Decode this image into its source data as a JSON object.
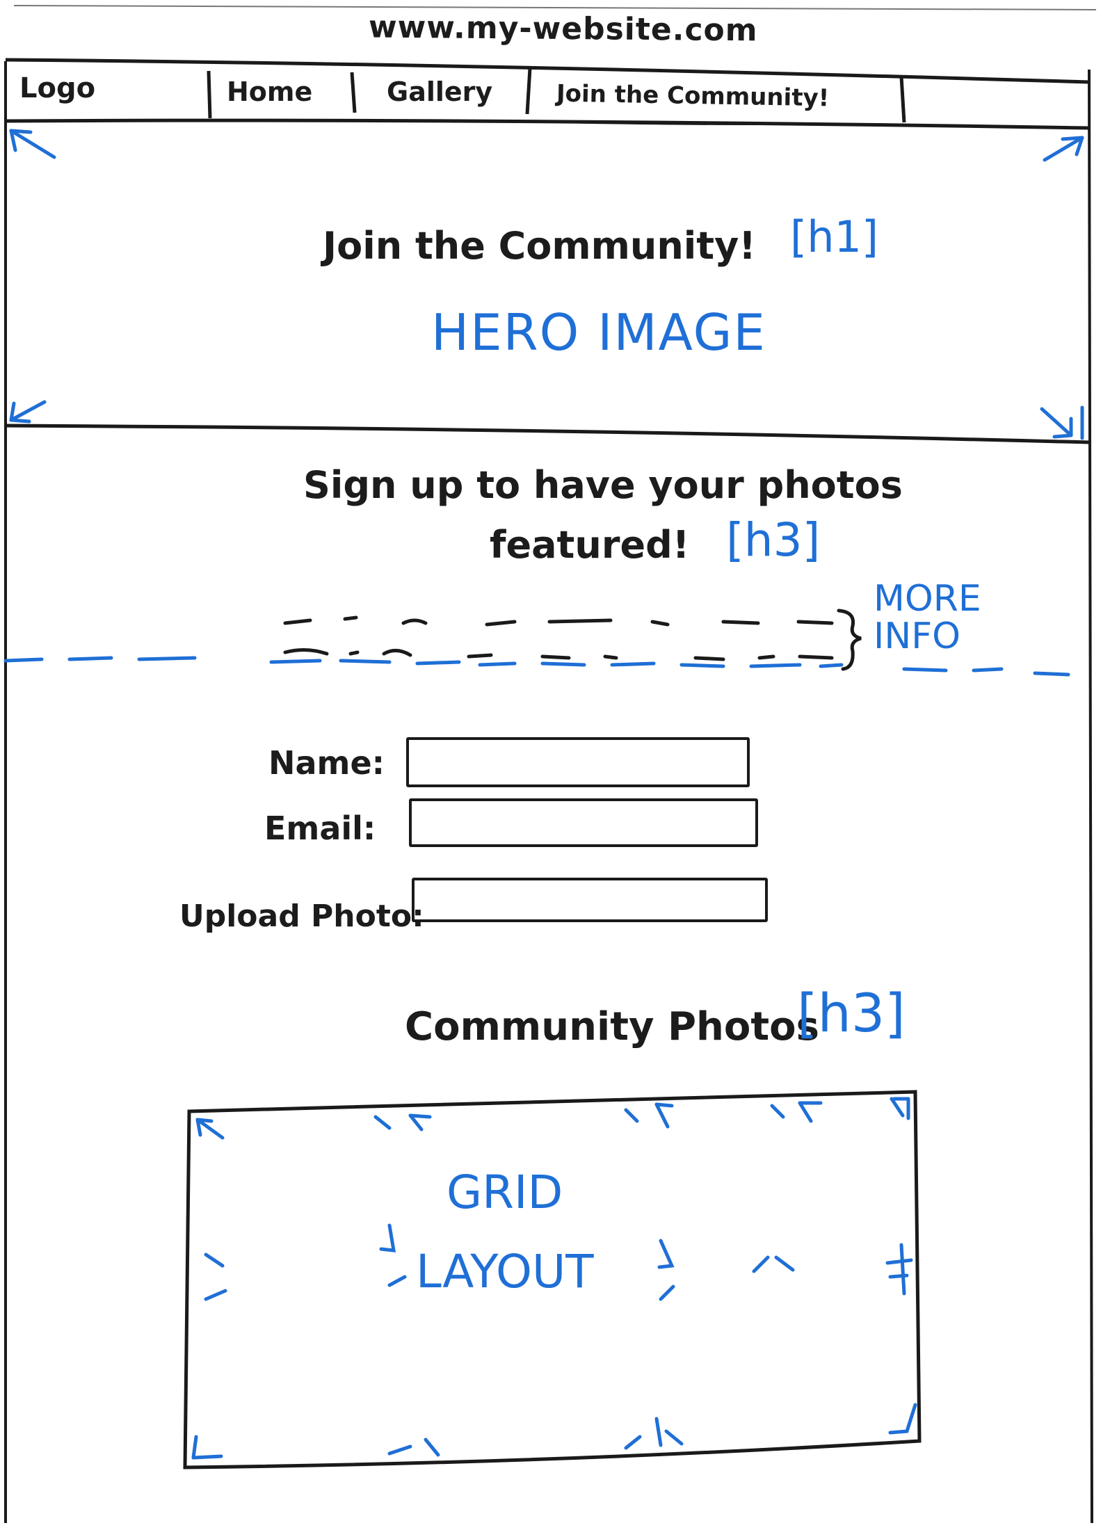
{
  "browser": {
    "url": "www.my-website.com"
  },
  "nav": {
    "logo": "Logo",
    "items": [
      "Home",
      "Gallery",
      "Join the Community!"
    ]
  },
  "hero": {
    "heading": "Join the Community!",
    "heading_tag": "[h1]",
    "image_label": "HERO IMAGE"
  },
  "intro": {
    "heading_line1": "Sign up to have your photos",
    "heading_line2": "featured!",
    "heading_tag": "[h3]",
    "more_info": "MORE INFO"
  },
  "form": {
    "name_label": "Name:",
    "email_label": "Email:",
    "upload_label": "Upload Photo:"
  },
  "gallery": {
    "heading": "Community Photos",
    "heading_tag": "[h3]",
    "grid_line1": "GRID",
    "grid_line2": "LAYOUT"
  },
  "colors": {
    "ink": "#1a1a1a",
    "marker_blue": "#1f6fd6"
  }
}
